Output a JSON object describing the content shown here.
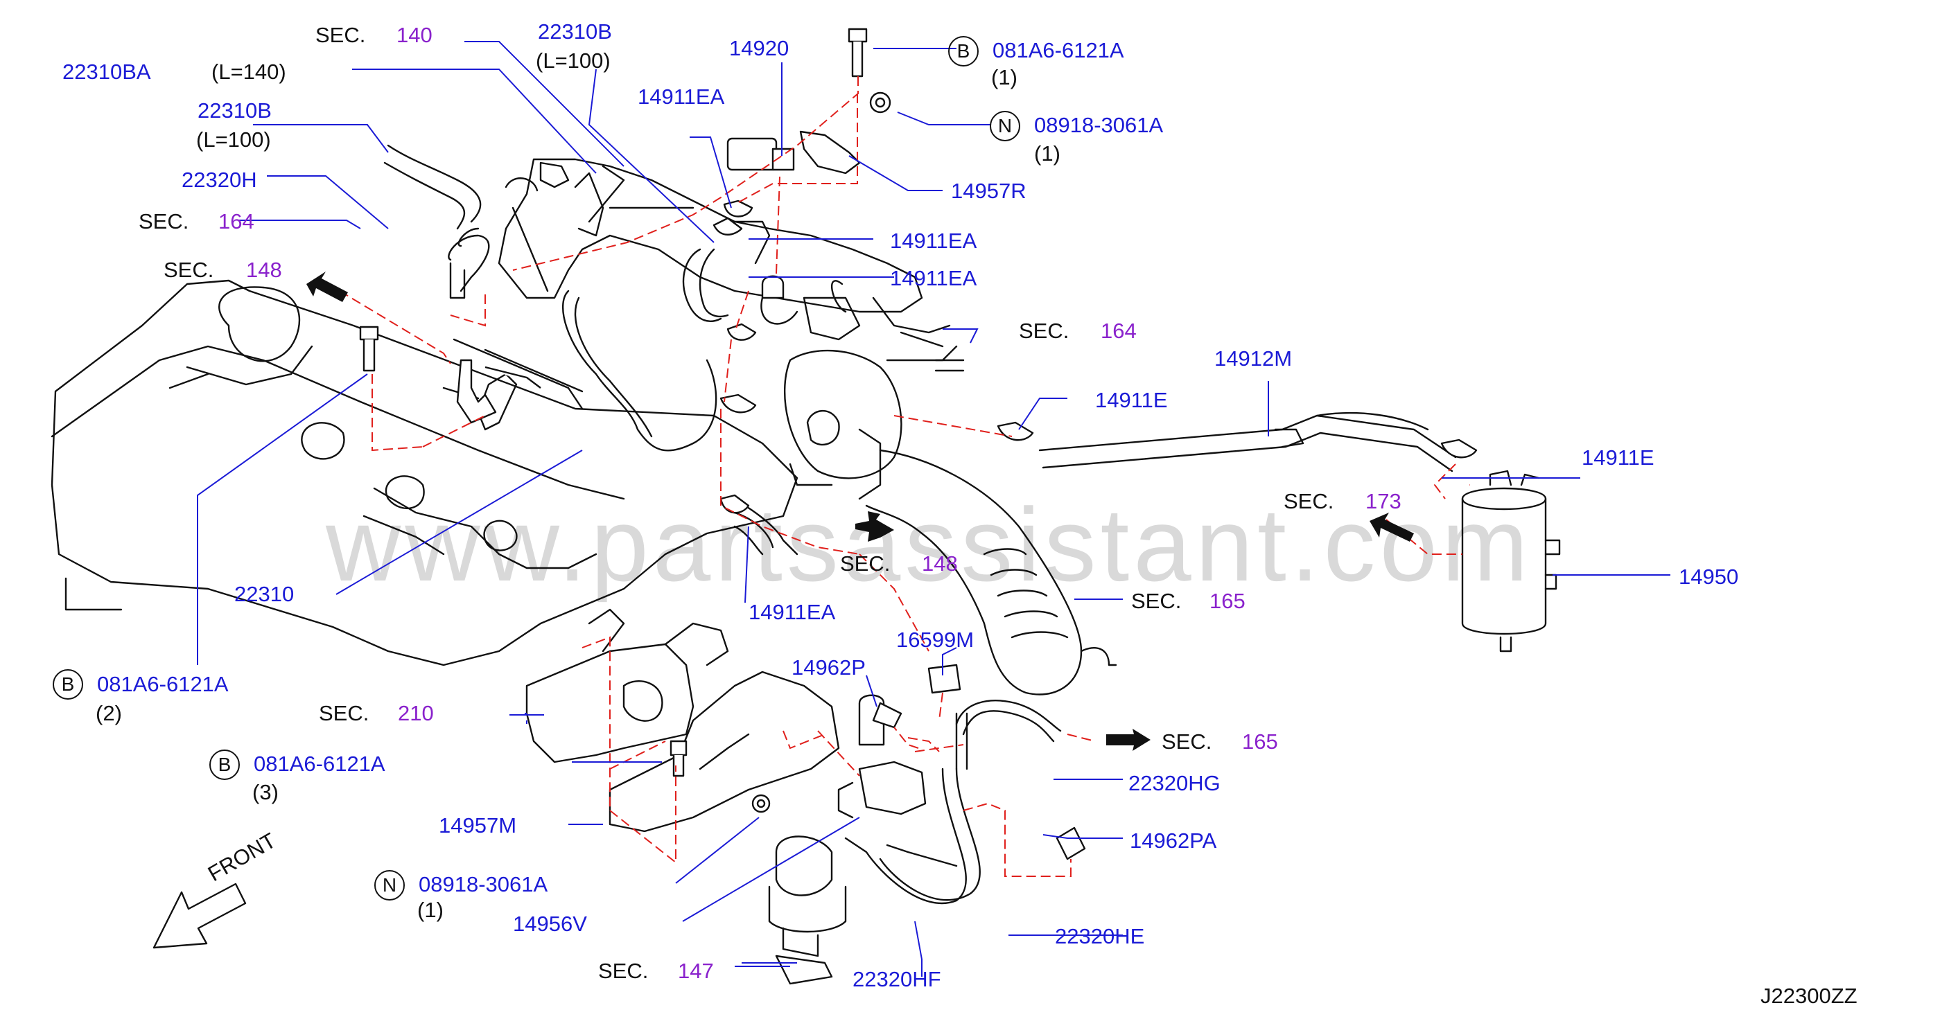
{
  "watermark": "www.partsassistant.com",
  "diagram_code": "J22300ZZ",
  "front_label": "FRONT",
  "sec_prefix": "SEC.",
  "parts": {
    "p22310BA": "22310BA",
    "p22310BA_len": "(L=140)",
    "p22310B_top": "22310B",
    "p22310B_top_len": "(L=100)",
    "p22310B_left": "22310B",
    "p22310B_left_len": "(L=100)",
    "p22320H": "22320H",
    "p14920": "14920",
    "p14911EA_1": "14911EA",
    "p14911EA_2": "14911EA",
    "p14911EA_3": "14911EA",
    "p14911EA_4": "14911EA",
    "p14957R": "14957R",
    "p14912M": "14912M",
    "p14911E_1": "14911E",
    "p14911E_2": "14911E",
    "p14950": "14950",
    "p22310": "22310",
    "p16599M": "16599M",
    "p14962P": "14962P",
    "p14957M": "14957M",
    "p22320HG": "22320HG",
    "p14962PA": "14962PA",
    "p14956V": "14956V",
    "p22320HE": "22320HE",
    "p22320HF": "22320HF"
  },
  "sections": {
    "s140": "140",
    "s164_left": "164",
    "s148_top": "148",
    "s164_right": "164",
    "s173": "173",
    "s148_mid": "148",
    "s165_upper": "165",
    "s210": "210",
    "s165_lower": "165",
    "s147": "147"
  },
  "fasteners": {
    "b_top": {
      "symbol": "B",
      "part": "081A6-6121A",
      "qty": "(1)"
    },
    "n_top": {
      "symbol": "N",
      "part": "08918-3061A",
      "qty": "(1)"
    },
    "b_left": {
      "symbol": "B",
      "part": "081A6-6121A",
      "qty": "(2)"
    },
    "b_mid": {
      "symbol": "B",
      "part": "081A6-6121A",
      "qty": "(3)"
    },
    "n_bottom": {
      "symbol": "N",
      "part": "08918-3061A",
      "qty": "(1)"
    }
  },
  "colors": {
    "part_number": "#1b1bd6",
    "section_number": "#8a22cc",
    "leader_line": "#1b1bd6",
    "dashed_line": "#e0201c",
    "outline": "#111111",
    "watermark": "#d9d9d9"
  }
}
